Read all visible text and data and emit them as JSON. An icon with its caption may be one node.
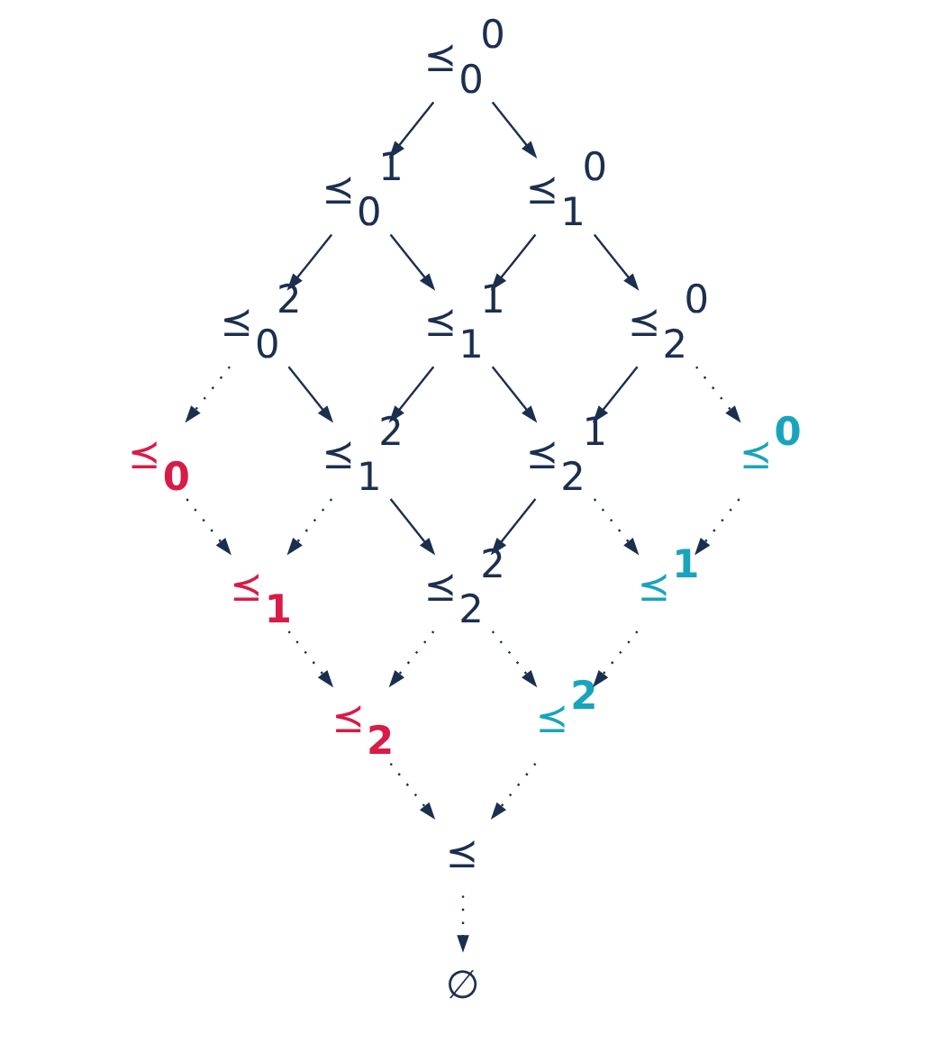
{
  "diagram": {
    "nodes": [
      {
        "text": [
          "⪯$_{0}$$^{0}$"
        ]
      },
      {
        "text": [
          "⪯$_{0}$$^{1}$"
        ]
      },
      {
        "text": [
          "⪯$_{1}$$^{0}$"
        ]
      },
      {
        "text": [
          "⪯$_{0}$$^{2}$"
        ]
      },
      {
        "text": [
          "⪯$_{1}$$^{1}$"
        ]
      },
      {
        "text": [
          "⪯$_{2}$$^{0}$"
        ]
      },
      {
        "text": [
          "⪯$_{0}$"
        ]
      },
      {
        "text": [
          "⪯$_{1}$$^{2}$"
        ]
      },
      {
        "text": [
          "⪯$_{2}$$^{1}$"
        ]
      },
      {
        "text": [
          "⪯$^{0}$"
        ]
      },
      {
        "text": [
          "⪯$_{1}$"
        ]
      },
      {
        "text": [
          "⪯$_{2}$$^{2}$"
        ]
      },
      {
        "text": [
          "⪯$^{1}$"
        ]
      },
      {
        "text": [
          "⪯$_{2}$"
        ]
      },
      {
        "text": [
          "⪯$^{2}$"
        ]
      },
      {
        "text": [
          "⪯"
        ]
      },
      {
        "text": [
          "∅"
        ]
      }
    ],
    "edges": [
      {
        "from": 0,
        "to": 1,
        "arrow": "to"
      },
      {
        "from": 0,
        "to": 2,
        "arrow": "to"
      },
      {
        "from": 1,
        "to": 3,
        "arrow": "to"
      },
      {
        "from": 1,
        "to": 4,
        "arrow": "to"
      },
      {
        "from": 2,
        "to": 4,
        "arrow": "to"
      },
      {
        "from": 2,
        "to": 5,
        "arrow": "to"
      },
      {
        "from": 3,
        "to": 6,
        "arrow": "to",
        "style": "dashed"
      },
      {
        "from": 3,
        "to": 7,
        "arrow": "to"
      },
      {
        "from": 4,
        "to": 7,
        "arrow": "to"
      },
      {
        "from": 4,
        "to": 8,
        "arrow": "to"
      },
      {
        "from": 5,
        "to": 8,
        "arrow": "to"
      },
      {
        "from": 5,
        "to": 9,
        "arrow": "to",
        "style": "dashed"
      },
      {
        "from": 6,
        "to": 10,
        "arrow": "to",
        "style": "dashed"
      },
      {
        "from": 7,
        "to": 10,
        "arrow": "to",
        "style": "dashed"
      },
      {
        "from": 7,
        "to": 11,
        "arrow": "to"
      },
      {
        "from": 8,
        "to": 11,
        "arrow": "to"
      },
      {
        "from": 8,
        "to": 12,
        "arrow": "to",
        "style": "dashed"
      },
      {
        "from": 9,
        "to": 12,
        "arrow": "to",
        "style": "dashed"
      },
      {
        "from": 10,
        "to": 13,
        "arrow": "to",
        "style": "dashed"
      },
      {
        "from": 11,
        "to": 13,
        "arrow": "to",
        "style": "dashed"
      },
      {
        "from": 11,
        "to": 14,
        "arrow": "to",
        "style": "dashed"
      },
      {
        "from": 12,
        "to": 14,
        "arrow": "to",
        "style": "dashed"
      },
      {
        "from": 13,
        "to": 15,
        "arrow": "to",
        "style": "dashed"
      },
      {
        "from": 14,
        "to": 15,
        "arrow": "to",
        "style": "dashed"
      },
      {
        "from": 15,
        "to": 16,
        "arrow": "to",
        "style": "dashed"
      }
    ]
  }
}
